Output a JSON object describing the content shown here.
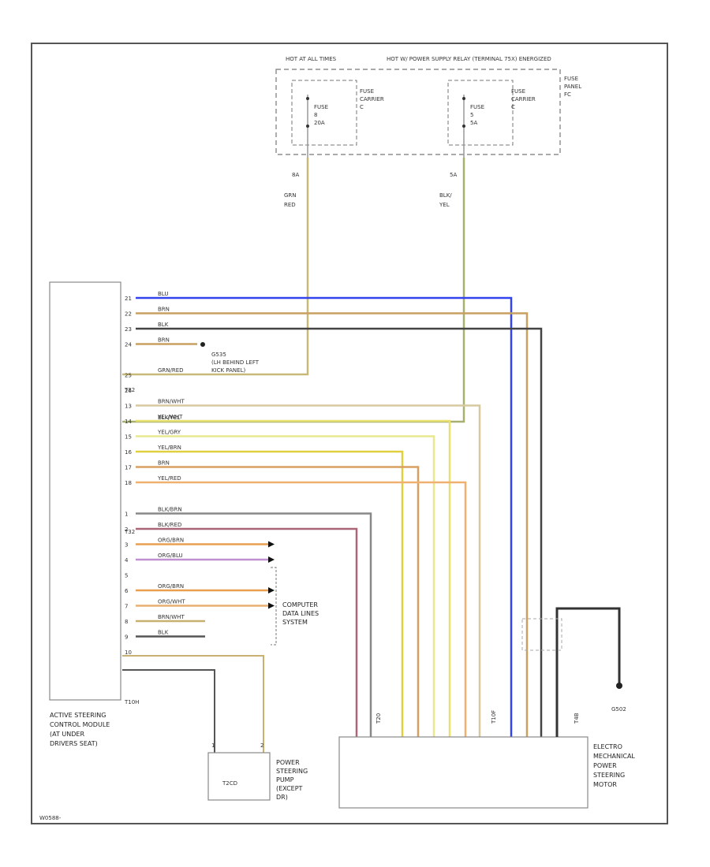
{
  "fuse_panel": {
    "hot_at_all_times": "HOT AT ALL TIMES",
    "hot_power_supply_relay": "HOT W/ POWER SUPPLY RELAY (TERMINAL 75X) ENERGIZED",
    "fuse_panel_label": [
      "FUSE",
      "PANEL",
      "FC"
    ],
    "fuses": [
      {
        "carrier": [
          "FUSE",
          "CARRIER",
          "C"
        ],
        "fuse": [
          "FUSE",
          "8",
          "20A"
        ],
        "pin": "8A",
        "wire_color": [
          "GRN",
          "RED"
        ],
        "color_hex": "#c8b978"
      },
      {
        "carrier": [
          "FUSE",
          "CARRIER",
          "C"
        ],
        "fuse": [
          "FUSE",
          "5",
          "5A"
        ],
        "pin": "5A",
        "wire_color": [
          "BLK/",
          "YEL"
        ],
        "color_hex": "#a8b878"
      }
    ]
  },
  "control_module": {
    "label": [
      "ACTIVE STEERING",
      "CONTROL MODULE",
      "(AT UNDER",
      "DRIVERS SEAT)"
    ],
    "connectors": [
      "T32",
      "T32",
      "T10H"
    ]
  },
  "wires": [
    {
      "pin": "21",
      "color": "BLU",
      "hex": "#3344ee"
    },
    {
      "pin": "22",
      "color": "BRN",
      "hex": "#c8a060"
    },
    {
      "pin": "23",
      "color": "BLK",
      "hex": "#444444"
    },
    {
      "pin": "24",
      "color": "BRN",
      "hex": "#c8a060"
    },
    {
      "pin": "",
      "color": "",
      "hex": "#cccccc"
    },
    {
      "pin": "25",
      "color": "GRN/RED",
      "hex": "#b0c070"
    },
    {
      "pin": "26",
      "color": "BLK/YEL",
      "hex": "#a8b070"
    },
    {
      "pin": "13",
      "color": "BRN/WHT",
      "hex": "#d8c8a0"
    },
    {
      "pin": "14",
      "color": "YEL/WHT",
      "hex": "#e8e070"
    },
    {
      "pin": "15",
      "color": "YEL/GRY",
      "hex": "#e8e890"
    },
    {
      "pin": "16",
      "color": "YEL/BRN",
      "hex": "#e0d040"
    },
    {
      "pin": "17",
      "color": "BRN",
      "hex": "#d8a060"
    },
    {
      "pin": "18",
      "color": "YEL/RED",
      "hex": "#f0b070"
    },
    {
      "pin": "1",
      "color": "BLK/BRN",
      "hex": "#888888"
    },
    {
      "pin": "2",
      "color": "BLK/RED",
      "hex": "#aa6677"
    },
    {
      "pin": "3",
      "color": "ORG/BRN",
      "hex": "#e8a050"
    },
    {
      "pin": "4",
      "color": "ORG/BLU",
      "hex": "#c090d0"
    },
    {
      "pin": "5",
      "color": "",
      "hex": "#cccccc"
    },
    {
      "pin": "6",
      "color": "ORG/BRN",
      "hex": "#e8a050"
    },
    {
      "pin": "7",
      "color": "ORG/WHT",
      "hex": "#e8b070"
    },
    {
      "pin": "8",
      "color": "BRN/WHT",
      "hex": "#c8b070"
    },
    {
      "pin": "9",
      "color": "BLK",
      "hex": "#555555"
    },
    {
      "pin": "10",
      "color": "",
      "hex": "#cccccc"
    }
  ],
  "ground": {
    "label": [
      "G535",
      "(LH BEHIND LEFT",
      "KICK PANEL)"
    ],
    "ref": "G502"
  },
  "computer_data_lines": [
    "COMPUTER",
    "DATA LINES",
    "SYSTEM"
  ],
  "power_steering_pump": {
    "label": [
      "POWER",
      "STEERING",
      "PUMP",
      "(EXCEPT",
      "DR)"
    ],
    "connector": "T2CD",
    "pins": [
      "1",
      "2"
    ]
  },
  "motor": {
    "label": [
      "ELECTRO",
      "MECHANICAL",
      "POWER",
      "STEERING",
      "MOTOR"
    ],
    "connectors": [
      "T20",
      "T10F",
      "T4B"
    ],
    "ground_label": "G502"
  },
  "footer_code": "W0588-"
}
